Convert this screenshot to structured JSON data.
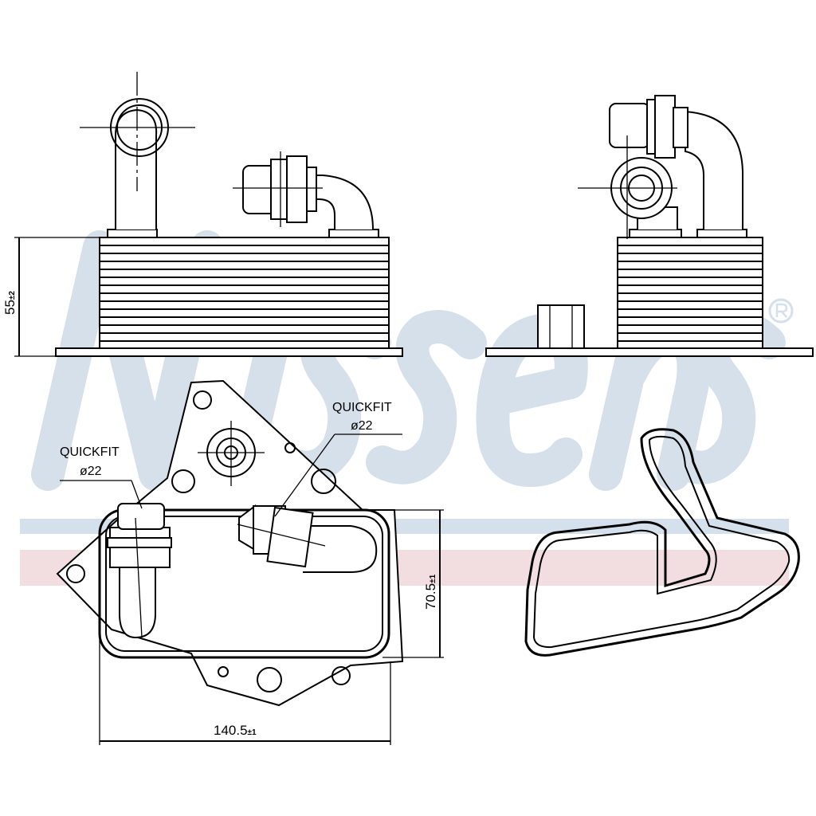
{
  "watermark": {
    "brand": "Nissens",
    "registered_mark": "®",
    "text_color": "#d5e0ea",
    "stripe_blue": "#d4e1ec",
    "stripe_pink": "#f2dde1"
  },
  "dimensions": {
    "height": {
      "value": "55",
      "tolerance": "±2"
    },
    "length": {
      "value": "140.5",
      "tolerance": "±1"
    },
    "width": {
      "value": "70.5",
      "tolerance": "±1"
    }
  },
  "callouts": [
    {
      "type": "QUICKFIT",
      "diameter": "ø22"
    },
    {
      "type": "QUICKFIT",
      "diameter": "ø22"
    }
  ]
}
